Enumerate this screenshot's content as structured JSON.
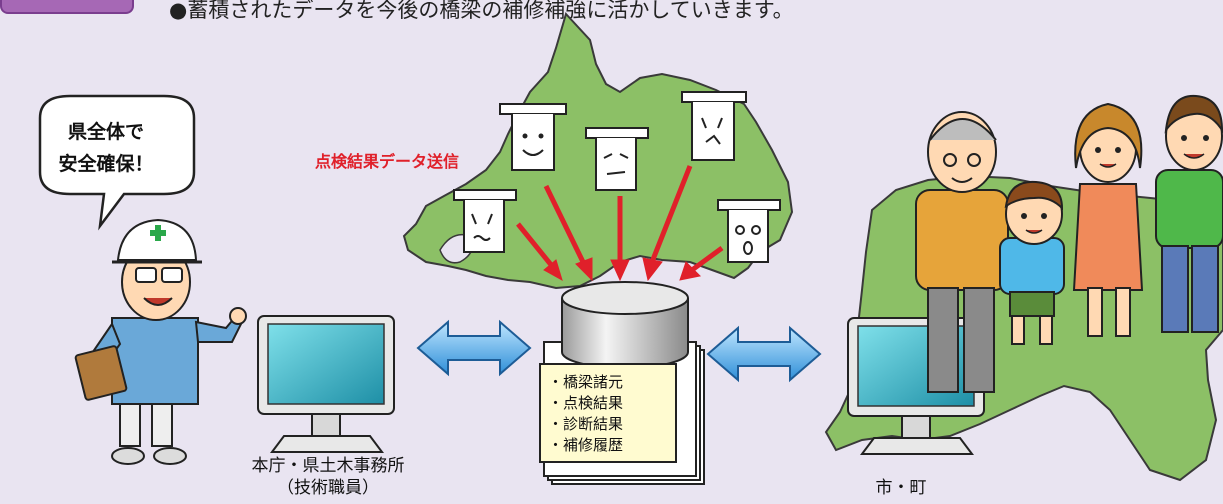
{
  "header": {
    "caption": "●蓄積されたデータを今後の橋梁の補修補強に活かしていきます。"
  },
  "speech_bubble": {
    "line1": "県全体で",
    "line2": "安全確保！"
  },
  "arrows_label": "点検結果データ送信",
  "database": {
    "items": [
      "・橋梁諸元",
      "・点検結果",
      "・診断結果",
      "・補修履歴"
    ]
  },
  "office": {
    "line1": "本庁・県土木事務所",
    "line2": "（技術職員）"
  },
  "city": {
    "label": "市・町"
  },
  "colors": {
    "background": "#e9e4f1",
    "map_green": "#8cc066",
    "map_outline": "#3a3a3a",
    "arrow_red": "#e0202a",
    "db_arrow_blue": "#4aa8e0",
    "monitor_screen": "#3fb8c8"
  },
  "icons": [
    "worker-icon",
    "bridge-face-icon",
    "database-cylinder-icon",
    "monitor-icon",
    "family-icon"
  ]
}
